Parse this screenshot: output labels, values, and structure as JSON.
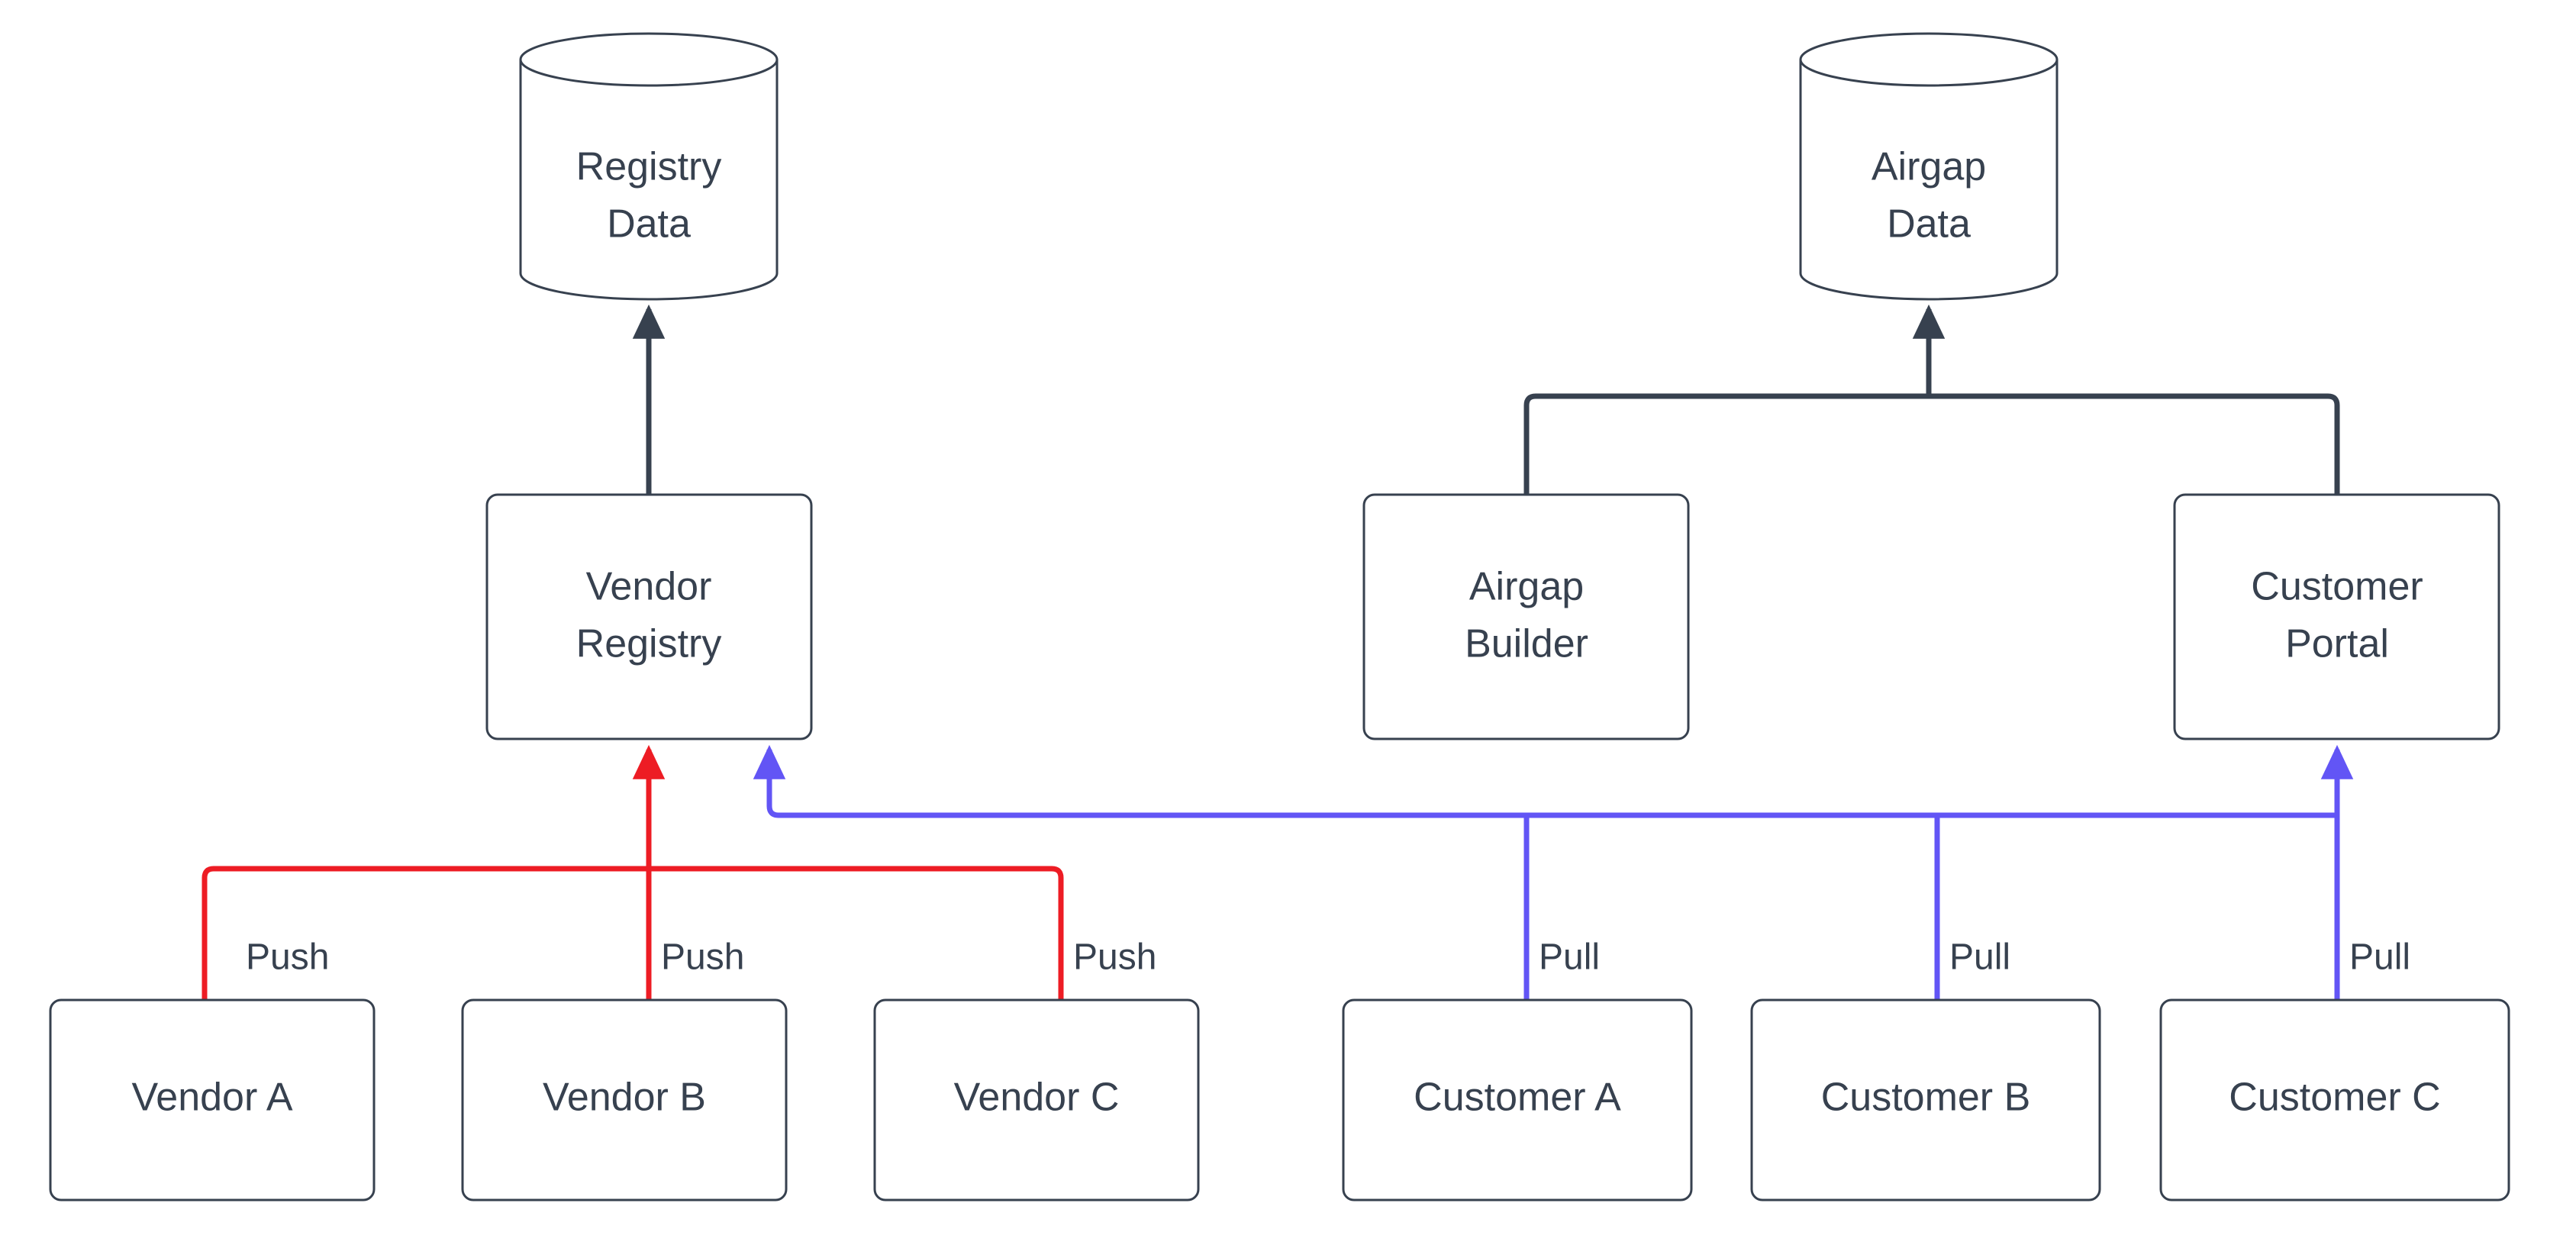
{
  "diagram": {
    "type": "flowchart",
    "background": "#ffffff",
    "direction": "bottom-to-top",
    "colors": {
      "node_stroke": "#37414f",
      "node_fill": "#ffffff",
      "text": "#37414f",
      "default_edge": "#37414f",
      "push_edge": "#ED1C24",
      "pull_edge": "#6255F5"
    },
    "nodes": [
      {
        "id": "registry-data",
        "label": "Registry\nData",
        "line1": "Registry",
        "line2": "Data",
        "shape": "cylinder"
      },
      {
        "id": "airgap-data",
        "label": "Airgap\nData",
        "line1": "Airgap",
        "line2": "Data",
        "shape": "cylinder"
      },
      {
        "id": "vendor-registry",
        "label": "Vendor\nRegistry",
        "line1": "Vendor",
        "line2": "Registry",
        "shape": "rounded-rect"
      },
      {
        "id": "airgap-builder",
        "label": "Airgap\nBuilder",
        "line1": "Airgap",
        "line2": "Builder",
        "shape": "rounded-rect"
      },
      {
        "id": "customer-portal",
        "label": "Customer\nPortal",
        "line1": "Customer",
        "line2": "Portal",
        "shape": "rounded-rect"
      },
      {
        "id": "vendor-a",
        "label": "Vendor A",
        "line1": "Vendor A",
        "line2": "",
        "shape": "rounded-rect"
      },
      {
        "id": "vendor-b",
        "label": "Vendor B",
        "line1": "Vendor B",
        "line2": "",
        "shape": "rounded-rect"
      },
      {
        "id": "vendor-c",
        "label": "Vendor C",
        "line1": "Vendor C",
        "line2": "",
        "shape": "rounded-rect"
      },
      {
        "id": "customer-a",
        "label": "Customer A",
        "line1": "Customer A",
        "line2": "",
        "shape": "rounded-rect"
      },
      {
        "id": "customer-b",
        "label": "Customer B",
        "line1": "Customer B",
        "line2": "",
        "shape": "rounded-rect"
      },
      {
        "id": "customer-c",
        "label": "Customer C",
        "line1": "Customer C",
        "line2": "",
        "shape": "rounded-rect"
      }
    ],
    "edges": [
      {
        "id": "e-vendor-registry-registry-data",
        "from": "vendor-registry",
        "to": "registry-data",
        "label": "",
        "color": "#37414f"
      },
      {
        "id": "e-airgap-builder-airgap-data",
        "from": "airgap-builder",
        "to": "airgap-data",
        "label": "",
        "color": "#37414f"
      },
      {
        "id": "e-customer-portal-airgap-data",
        "from": "customer-portal",
        "to": "airgap-data",
        "label": "",
        "color": "#37414f"
      },
      {
        "id": "e-vendor-a-push",
        "from": "vendor-a",
        "to": "vendor-registry",
        "label": "Push",
        "color": "#ED1C24"
      },
      {
        "id": "e-vendor-b-push",
        "from": "vendor-b",
        "to": "vendor-registry",
        "label": "Push",
        "color": "#ED1C24"
      },
      {
        "id": "e-vendor-c-push",
        "from": "vendor-c",
        "to": "vendor-registry",
        "label": "Push",
        "color": "#ED1C24"
      },
      {
        "id": "e-customer-a-pull",
        "from": "customer-a",
        "to": "vendor-registry",
        "label": "Pull",
        "color": "#6255F5"
      },
      {
        "id": "e-customer-b-pull",
        "from": "customer-b",
        "to": "vendor-registry",
        "label": "Pull",
        "color": "#6255F5"
      },
      {
        "id": "e-customer-c-pull",
        "from": "customer-c",
        "to": "customer-portal",
        "label": "Pull",
        "color": "#6255F5"
      }
    ],
    "edge_labels": {
      "push_vendor_a": "Push",
      "push_vendor_b": "Push",
      "push_vendor_c": "Push",
      "pull_customer_a": "Pull",
      "pull_customer_b": "Pull",
      "pull_customer_c": "Pull"
    }
  }
}
